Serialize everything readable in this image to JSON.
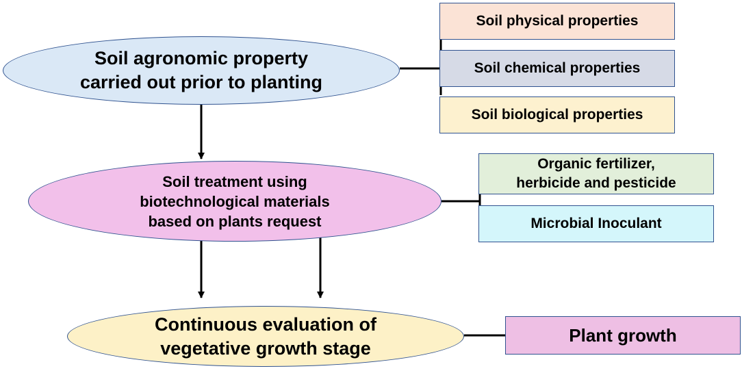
{
  "nodes": {
    "agronomic": {
      "lines": [
        "Soil agronomic property",
        "carried out prior to planting"
      ],
      "fill": "#dae8f6"
    },
    "treatment": {
      "lines": [
        "Soil treatment using",
        "biotechnological materials",
        "based on plants request"
      ],
      "fill": "#f2c0ea"
    },
    "evaluation": {
      "lines": [
        "Continuous evaluation of",
        "vegetative growth stage"
      ],
      "fill": "#fdf1c7"
    }
  },
  "boxes": {
    "physical": {
      "label": "Soil physical properties",
      "fill": "#fbe3d6"
    },
    "chemical": {
      "label": "Soil chemical properties",
      "fill": "#d6dae6"
    },
    "biological": {
      "label": "Soil biological properties",
      "fill": "#fdf1cf"
    },
    "organic": {
      "lines": [
        "Organic fertilizer,",
        "herbicide and pesticide"
      ],
      "fill": "#e2efda"
    },
    "microbial": {
      "label": "Microbial Inoculant",
      "fill": "#d4f6fb"
    },
    "growth": {
      "label": "Plant growth",
      "fill": "#eebfe4"
    }
  },
  "colors": {
    "line": "#000000",
    "border": "#2f528f"
  }
}
